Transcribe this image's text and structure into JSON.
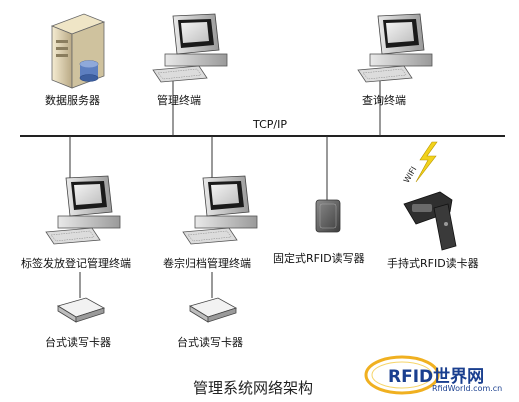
{
  "network": {
    "protocol": "TCP/IP",
    "wireless": "WIFI"
  },
  "nodes": {
    "data_server": "数据服务器",
    "management_terminal": "管理终端",
    "query_terminal": "查询终端",
    "tag_issue_terminal": "标签发放登记管理终端",
    "archive_terminal": "卷宗归档管理终端",
    "fixed_reader": "固定式RFID读写器",
    "handheld_reader": "手持式RFID读卡器",
    "desktop_reader_1": "台式读写卡器",
    "desktop_reader_2": "台式读写卡器"
  },
  "caption": "管理系统网络架构",
  "watermark": {
    "brand": "RFID世界网",
    "sub": "RfidWorld.com.cn"
  },
  "colors": {
    "bus": "#222222",
    "accent": "#1a3f8f",
    "bolt": "#f2d21b",
    "logo_ring": "#f0b020"
  }
}
